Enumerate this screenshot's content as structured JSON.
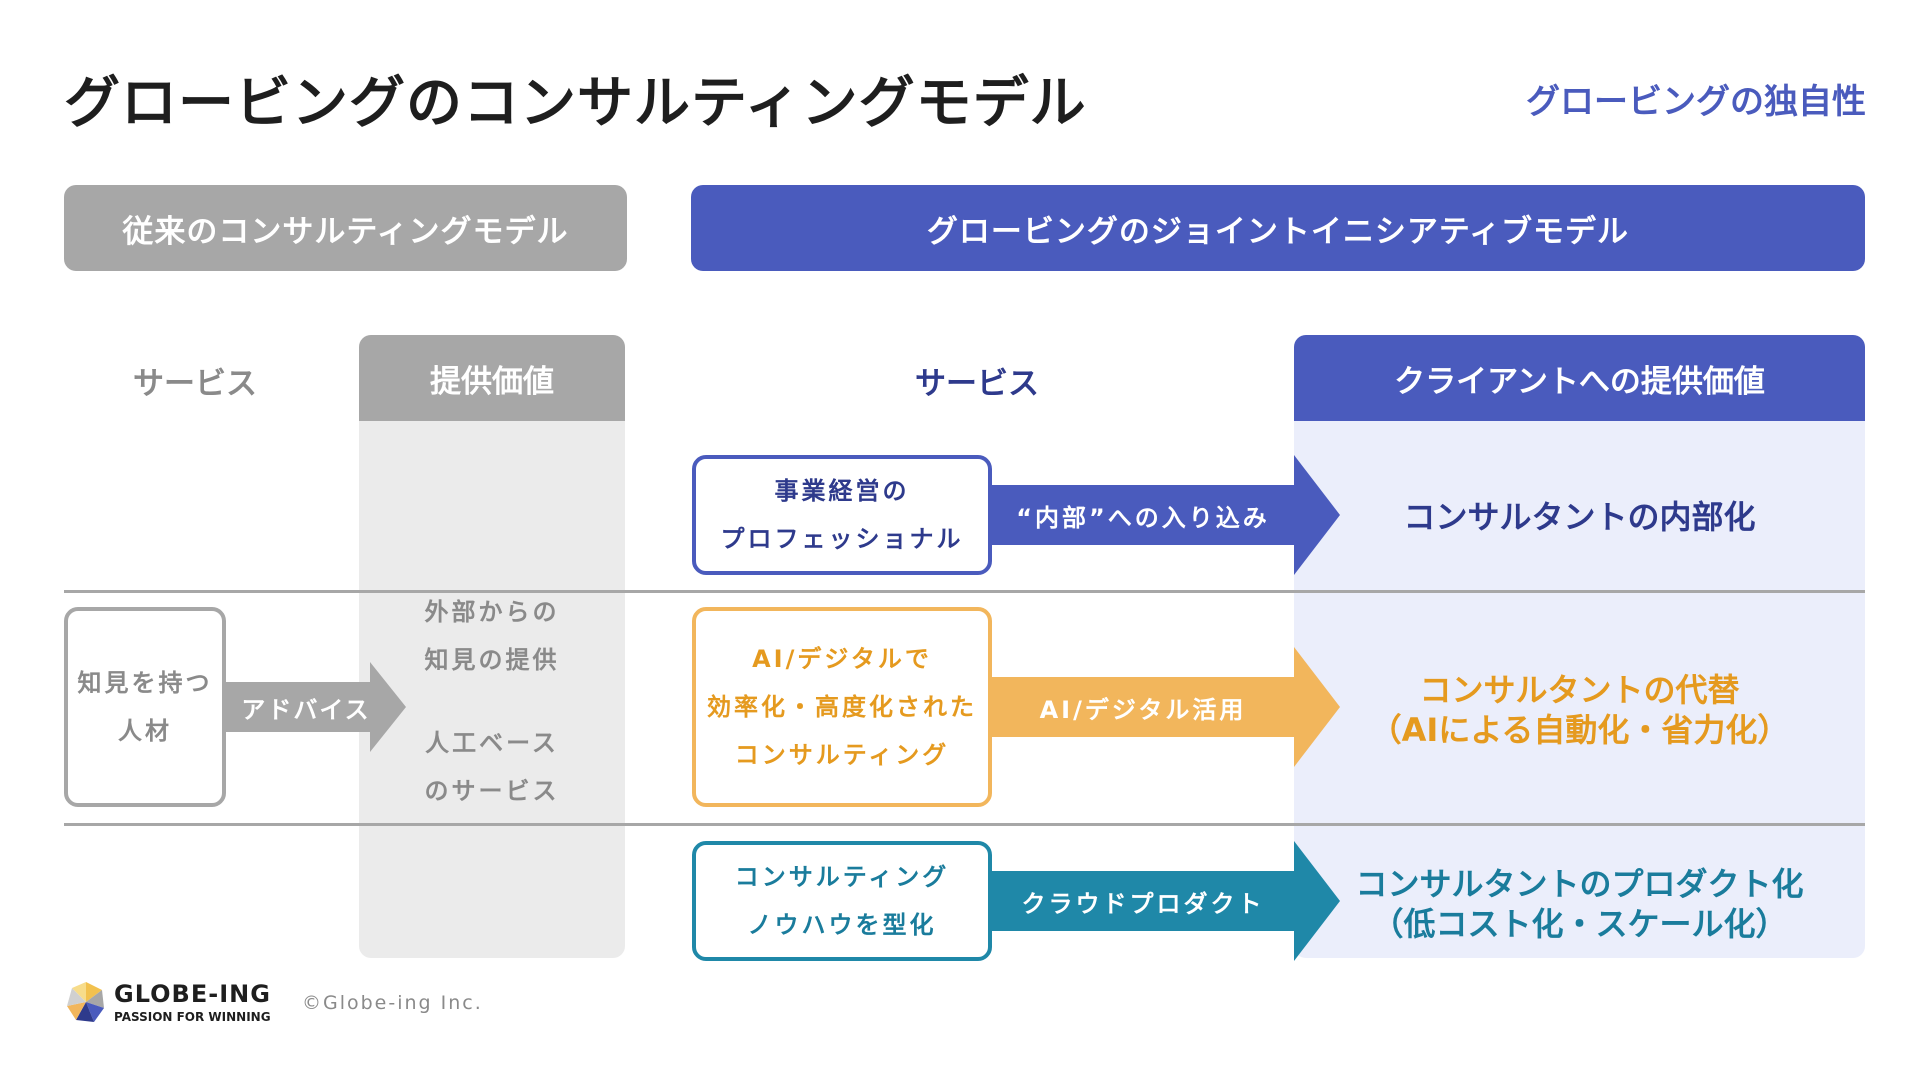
{
  "title": "グロービングのコンサルティングモデル",
  "tag": "グロービングの独自性",
  "headers": {
    "traditional": "従来のコンサルティングモデル",
    "joint": "グロービングのジョイントイニシアティブモデル"
  },
  "traditional": {
    "service_label": "サービス",
    "value_label": "提供価値",
    "person_box": [
      "知見を持つ",
      "人材"
    ],
    "arrow_label": "アドバイス",
    "value_lines": [
      "外部からの",
      "知見の提供",
      "人工ベース",
      "のサービス"
    ]
  },
  "joint": {
    "service_label": "サービス",
    "client_label": "クライアントへの提供価値",
    "rows": [
      {
        "service": [
          "事業経営の",
          "プロフェッショナル"
        ],
        "arrow": "“内部”への入り込み",
        "client": [
          "コンサルタントの内部化"
        ]
      },
      {
        "service": [
          "AI/デジタルで",
          "効率化・高度化された",
          "コンサルティング"
        ],
        "arrow": "AI/デジタル活用",
        "client": [
          "コンサルタントの代替",
          "（AIによる自動化・省力化）"
        ]
      },
      {
        "service": [
          "コンサルティング",
          "ノウハウを型化"
        ],
        "arrow": "クラウドプロダクト",
        "client": [
          "コンサルタントのプロダクト化",
          "（低コスト化・スケール化）"
        ]
      }
    ]
  },
  "footer": {
    "logo_name": "GLOBE-ING",
    "logo_tagline": "PASSION FOR WINNING",
    "copyright": "©Globe-ing Inc."
  },
  "colors": {
    "gray": "#a7a7a7",
    "indigo": "#4a5bbd",
    "indigo_text": "#2e3a8c",
    "orange": "#f2b65c",
    "orange_text": "#e59a1f",
    "teal": "#1f88a8",
    "teal_text": "#1a7c9c"
  }
}
